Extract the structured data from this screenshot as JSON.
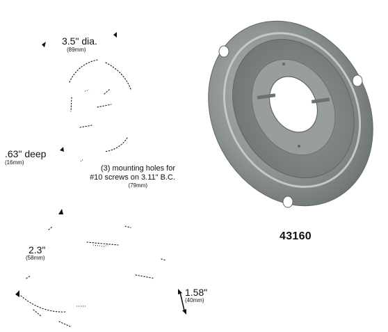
{
  "dimensions": {
    "diameter": {
      "value": "3.5\" dia.",
      "metric": "(89mm)"
    },
    "depth": {
      "value": ".63\" deep",
      "metric": "(16mm)"
    },
    "mounting_holes": {
      "line1": "(3) mounting holes for",
      "line2": "#10 screws on 3.11\" B.C.",
      "metric": "(79mm)"
    },
    "inner_diameter": {
      "value": "2.3\"",
      "metric": "(58mm)"
    },
    "height": {
      "value": "1.58\"",
      "metric": "(40mm)"
    }
  },
  "part_number": "43160",
  "colors": {
    "part_fill": "#8d9491",
    "part_light": "#b6bcb9",
    "part_dark": "#5f6663",
    "ink": "#111111"
  }
}
